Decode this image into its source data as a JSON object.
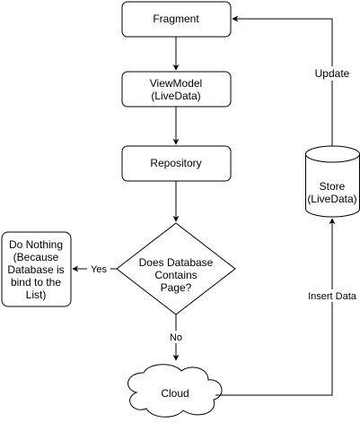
{
  "nodes": {
    "fragment": "Fragment",
    "viewmodel_line1": "ViewModel",
    "viewmodel_line2": "(LiveData)",
    "repository": "Repository",
    "decision_line1": "Does Database",
    "decision_line2": "Contains",
    "decision_line3": "Page?",
    "do_nothing_line1": "Do Nothing",
    "do_nothing_line2": "(Because",
    "do_nothing_line3": "Database is",
    "do_nothing_line4": "bind to the",
    "do_nothing_line5": "List)",
    "store_line1": "Store",
    "store_line2": "(LiveData)",
    "cloud": "Cloud"
  },
  "edges": {
    "yes": "Yes",
    "no": "No",
    "insert_data": "Insert Data",
    "update": "Update"
  }
}
